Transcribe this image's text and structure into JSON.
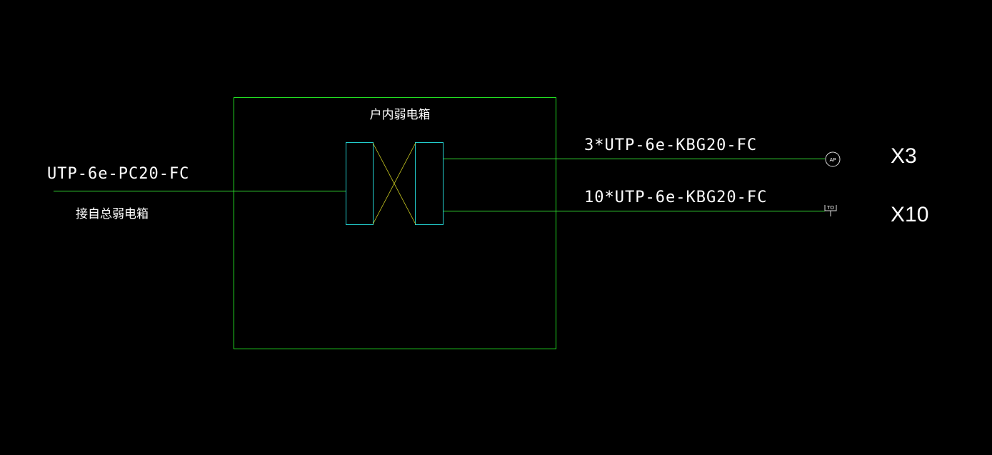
{
  "diagram": {
    "box_title": "户内弱电箱",
    "incoming_cable": "UTP-6e-PC20-FC",
    "incoming_source": "接自总弱电箱",
    "outgoing": [
      {
        "cable": "3*UTP-6e-KBG20-FC",
        "terminal_symbol": "AP",
        "count_label": "X3"
      },
      {
        "cable": "10*UTP-6e-KBG20-FC",
        "terminal_symbol": "TO",
        "count_label": "X10"
      }
    ]
  },
  "colors": {
    "background": "#000000",
    "box_outline": "#22dd22",
    "wire": "#33dd33",
    "device": "#22cccc",
    "cross": "#cccc22",
    "symbol": "#dddddd",
    "text": "#ffffff"
  }
}
